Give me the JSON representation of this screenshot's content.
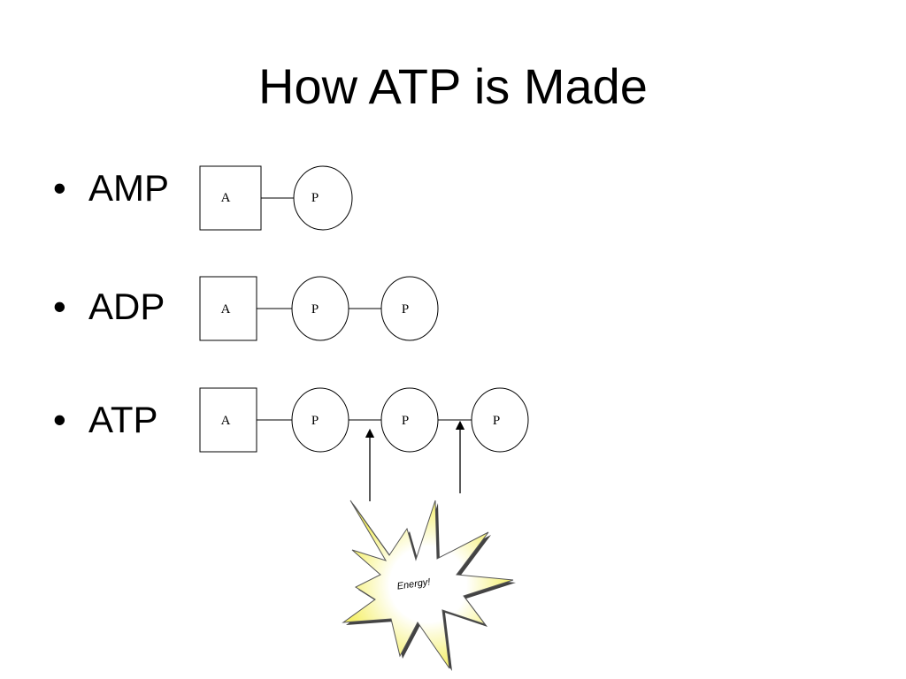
{
  "slide": {
    "title": "How ATP is Made"
  },
  "bullets": [
    {
      "label": "AMP"
    },
    {
      "label": "ADP"
    },
    {
      "label": "ATP"
    }
  ],
  "bullet_glyph": "•",
  "molecules": {
    "adenine_label": "A",
    "phosphate_label": "P"
  },
  "energy": {
    "label": "Energy!",
    "burst_fill": "#f5f06a",
    "burst_core": "#ffffff"
  }
}
